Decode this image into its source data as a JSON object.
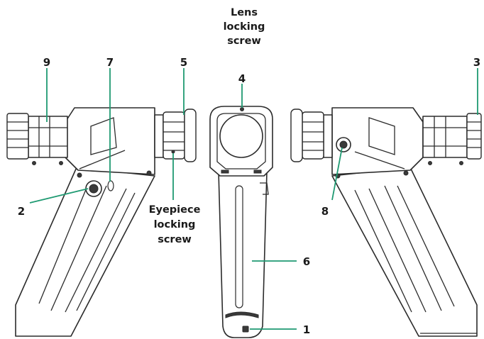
{
  "colors": {
    "leader": "#1f9a72",
    "outline": "#2b2b2b",
    "text": "#1a1a1a"
  },
  "callouts": [
    {
      "id": "1",
      "text": "1"
    },
    {
      "id": "2",
      "text": "2"
    },
    {
      "id": "3",
      "text": "3"
    },
    {
      "id": "4",
      "text": "4"
    },
    {
      "id": "5",
      "text": "5"
    },
    {
      "id": "6",
      "text": "6"
    },
    {
      "id": "7",
      "text": "7"
    },
    {
      "id": "8",
      "text": "8"
    },
    {
      "id": "9",
      "text": "9"
    }
  ],
  "labels": {
    "lens_locking_screw": [
      "Lens",
      "locking",
      "screw"
    ],
    "eyepiece_locking_screw": [
      "Eyepiece",
      "locking",
      "screw"
    ]
  }
}
